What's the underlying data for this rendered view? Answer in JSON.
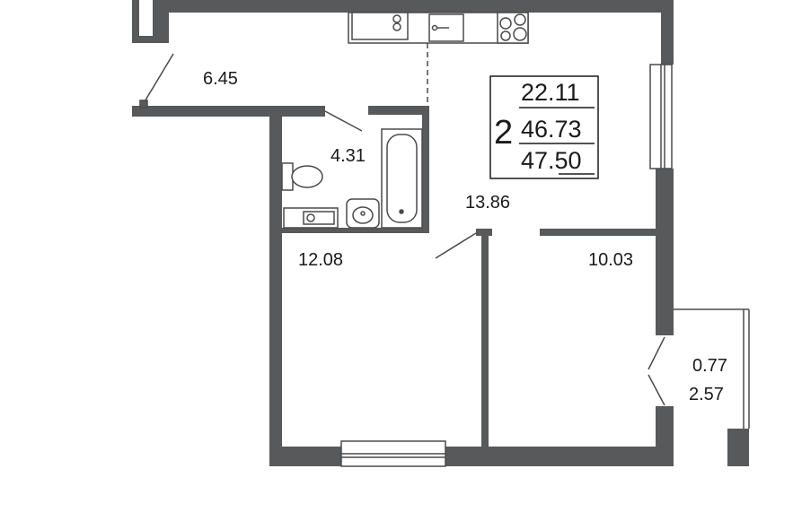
{
  "plan": {
    "room_count": "2",
    "areas": {
      "living": "22.11",
      "total": "46.73",
      "total_with_balcony": "47.50"
    },
    "rooms": {
      "hallway": "6.45",
      "bathroom": "4.31",
      "kitchen_living": "13.86",
      "bedroom_left": "12.08",
      "bedroom_right": "10.03",
      "balcony_area": "0.77",
      "balcony_full": "2.57"
    }
  },
  "colors": {
    "wall": "#58595b",
    "line": "#4a4a4a",
    "text": "#1a1a1a"
  }
}
